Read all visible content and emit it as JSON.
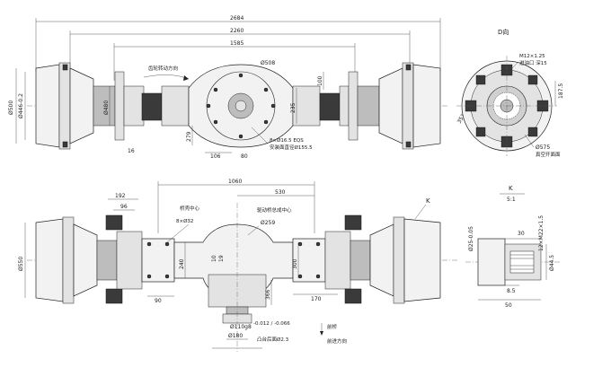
{
  "top_view": {
    "dim_2684": "2684",
    "dim_2260": "2260",
    "dim_1585": "1585",
    "dim_508": "Ø508",
    "dim_500": "Ø500",
    "dim_446": "Ø446-0.2",
    "dim_480": "Ø480",
    "dim_16": "16",
    "dim_279": "279",
    "dim_106": "106",
    "dim_80": "80",
    "dim_235": "235",
    "dim_100": "100",
    "bolt_note": "8×Ø16.5 EQS",
    "pcd_note": "安装面直径Ø155.5",
    "rotation_note": "齿轮转动方向"
  },
  "d_view": {
    "title": "D向",
    "thread": "M12×1.25",
    "thread_note": "进油口 深15",
    "dim_187_5": "187.5",
    "dim_575": "Ø575",
    "dim_35": "35°",
    "note": "真空开面面"
  },
  "bottom_view": {
    "dim_1060": "1060",
    "dim_530": "530",
    "dim_192": "192",
    "dim_96": "96",
    "bolt_8x32": "8×Ø32",
    "center_note": "桥壳中心",
    "drive_center_note": "驱动桥总成中心",
    "dim_259": "Ø259",
    "dim_10": "10",
    "dim_19": "19",
    "dim_240": "240",
    "dim_300": "300",
    "dim_90": "90",
    "dim_170": "170",
    "dim_550": "Ø550",
    "dim_366": "366",
    "dim_110": "Ø110g8",
    "dim_110_tol": "-0.012 / -0.066",
    "dim_180": "Ø180",
    "flange_note": "凸台后面Ø2.3",
    "legend_1": "前桥",
    "legend_2": "前进方向",
    "marker_k": "K"
  },
  "k_detail": {
    "title": "K",
    "scale": "5:1",
    "dim_25": "Ø25-0.05",
    "dim_30": "30",
    "dim_m22": "12×M22×1.5",
    "dim_44_5": "Ø44.5",
    "dim_8_5": "8.5",
    "dim_50": "50"
  }
}
